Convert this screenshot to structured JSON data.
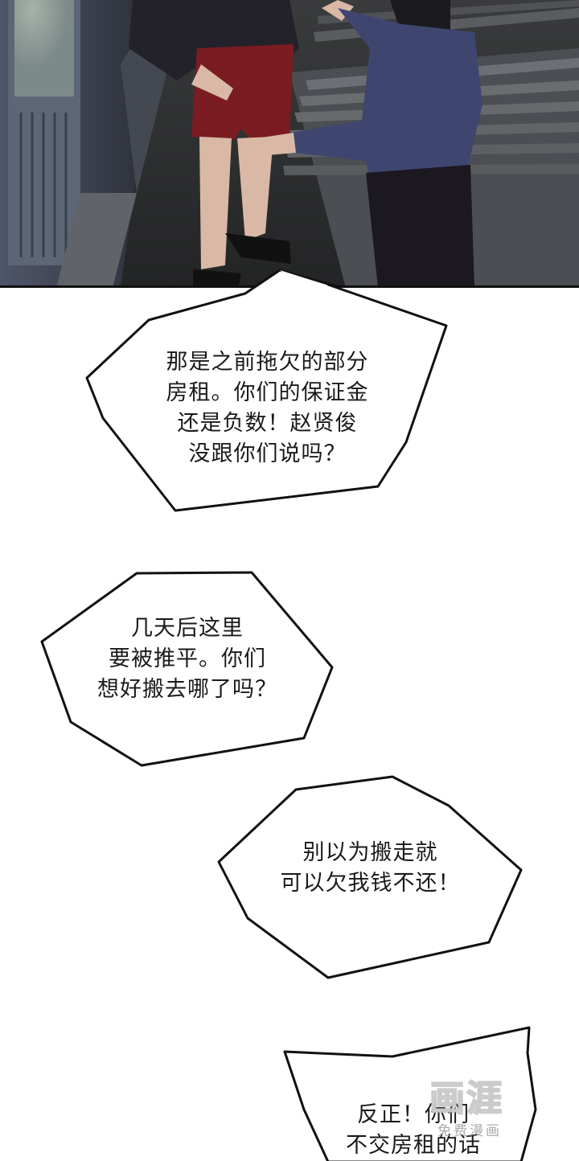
{
  "scene": {
    "colors": {
      "wall": "#3b3f47",
      "ground": "#2a2b2c",
      "stairs": "#6a6d70",
      "shorts": "#7a1c22",
      "shirt_left": "#23222a",
      "jacket_right": "#3e4670",
      "pants_right": "#1c1820",
      "skin": "#d9b8a6"
    }
  },
  "bubbles": [
    {
      "lines": [
        "那是之前拖欠的部分",
        "房租。你们的保证金",
        "还是负数！赵贤俊",
        "没跟你们说吗？"
      ]
    },
    {
      "lines": [
        "几天后这里",
        "要被推平。你们",
        "想好搬去哪了吗？"
      ]
    },
    {
      "lines": [
        "别以为搬走就",
        "可以欠我钱不还！"
      ]
    },
    {
      "lines": [
        "反正！你们",
        "不交房租的话"
      ]
    }
  ],
  "watermark": {
    "main": "画涯",
    "sub": "免费漫画"
  }
}
